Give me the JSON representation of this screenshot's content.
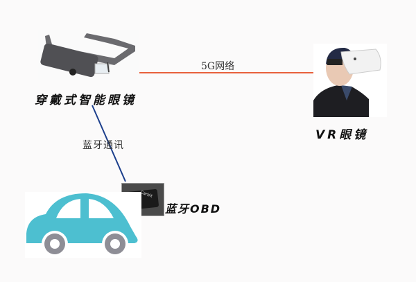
{
  "nodes": {
    "smart_glasses": {
      "label": "穿戴式智能眼镜"
    },
    "vr_glasses": {
      "label": "VR眼镜"
    },
    "obd": {
      "label": "蓝牙OBD",
      "device_text": "Carbit"
    },
    "car": {}
  },
  "edges": {
    "glasses_to_vr": {
      "label": "5G网络",
      "color": "#e8603c"
    },
    "glasses_to_obd": {
      "label": "蓝牙通讯",
      "color": "#1c3f8c"
    }
  },
  "colors": {
    "car_body": "#4dbfd0",
    "car_wheel": "#8e8e96",
    "background": "#fbfafa"
  }
}
